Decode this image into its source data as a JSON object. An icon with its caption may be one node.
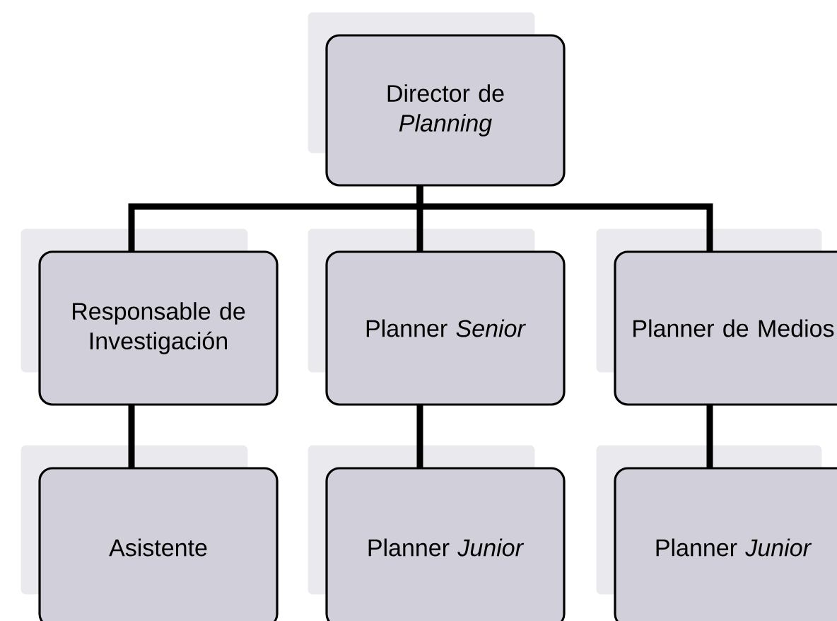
{
  "diagram": {
    "nodes": [
      {
        "text": [
          "Director de *Planning*"
        ]
      },
      {
        "text": [
          "Responsable de Investigación"
        ]
      },
      {
        "text": [
          "Planner *Senior*"
        ]
      },
      {
        "text": [
          "Planner de Medios"
        ]
      },
      {
        "text": [
          "Asistente"
        ]
      },
      {
        "text": [
          "Planner *Junior*"
        ]
      },
      {
        "text": [
          "Planner *Junior*"
        ]
      }
    ],
    "edges": [
      {
        "from": 0,
        "to": 1,
        "arrow": "none"
      },
      {
        "from": 0,
        "to": 2,
        "arrow": "none"
      },
      {
        "from": 0,
        "to": 3,
        "arrow": "none"
      },
      {
        "from": 1,
        "to": 4,
        "arrow": "none"
      },
      {
        "from": 2,
        "to": 5,
        "arrow": "none"
      },
      {
        "from": 3,
        "to": 6,
        "arrow": "none"
      }
    ]
  }
}
